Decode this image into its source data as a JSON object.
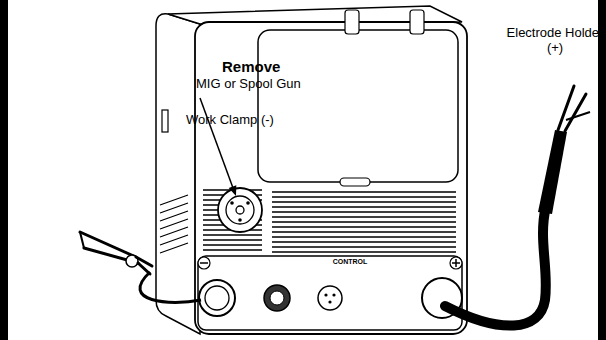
{
  "diagram": {
    "labels": [
      "Remove",
      "MIG or Spool Gun",
      "Work Clamp (-)",
      "Electrode Holder (+)",
      "CONTROL"
    ]
  }
}
